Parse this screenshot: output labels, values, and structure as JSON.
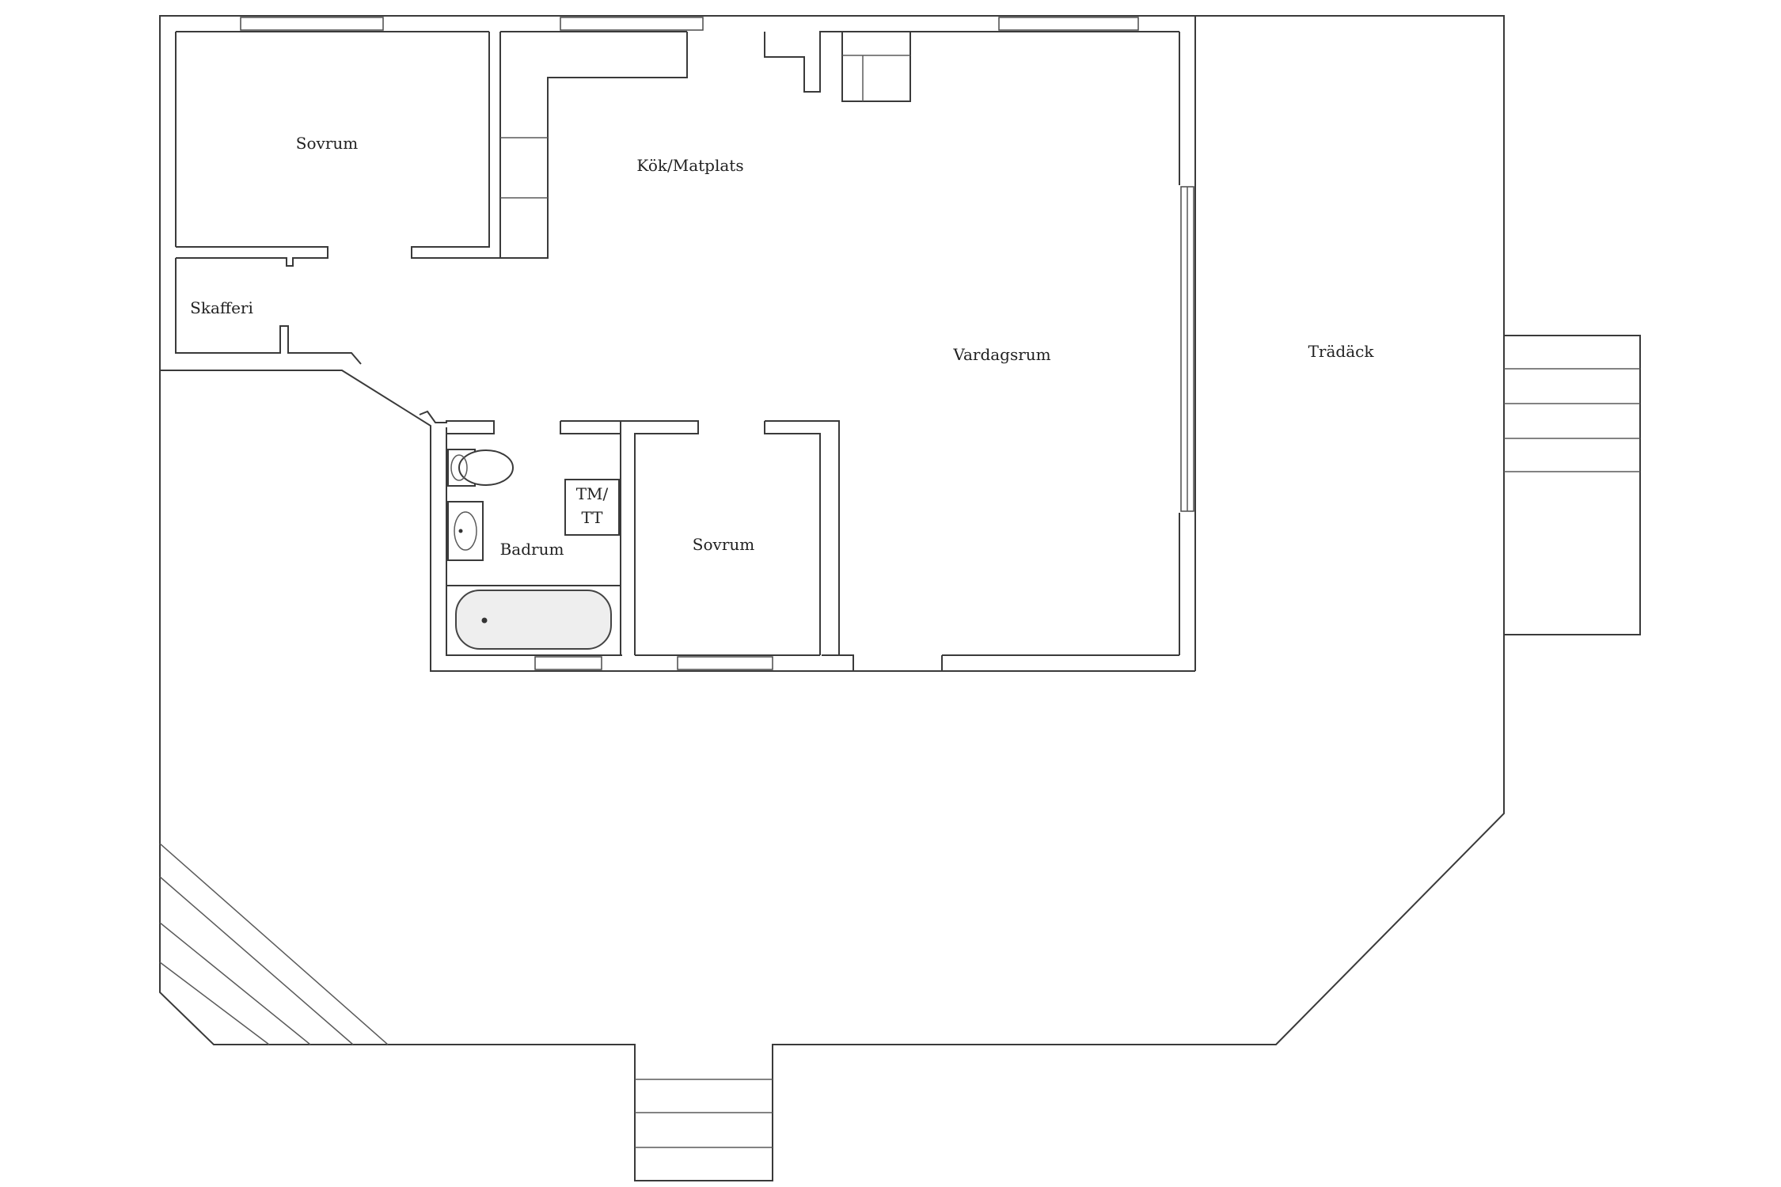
{
  "rooms": {
    "bedroom_1": "Sovrum",
    "kitchen": "Kök/Matplats",
    "pantry": "Skafferi",
    "living": "Vardagsrum",
    "deck": "Trädäck",
    "bathroom": "Badrum",
    "utility_line1": "TM/",
    "utility_line2": "TT",
    "bedroom_2": "Sovrum"
  },
  "colors": {
    "walls": "#3a3a3a",
    "background": "#ffffff"
  }
}
